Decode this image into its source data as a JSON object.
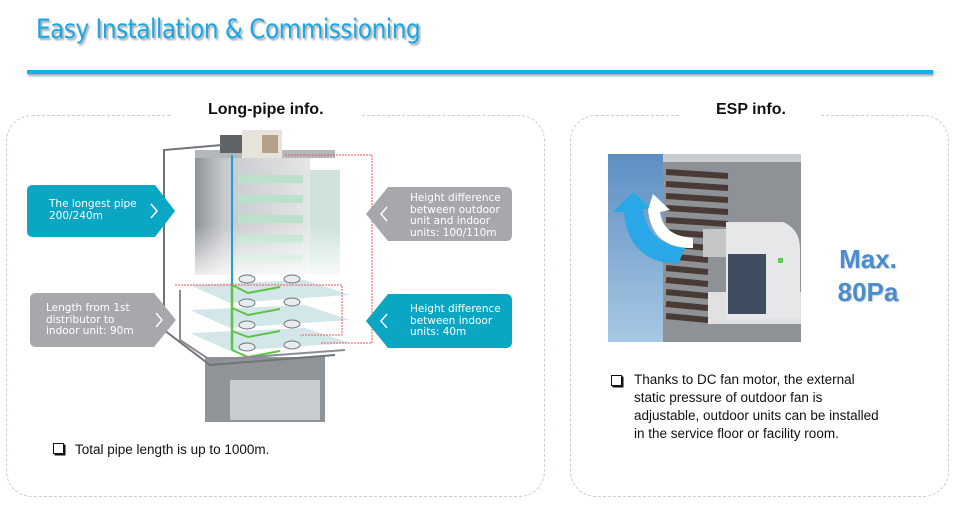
{
  "header": {
    "title": "Easy Installation & Commissioning",
    "accent_color": "#0fb2ef"
  },
  "left_panel": {
    "title": "Long-pipe info.",
    "callouts": [
      {
        "id": "longest-pipe",
        "text": "The longest pipe 200/240m",
        "color": "#0aa6c4",
        "arrow": "chevron-right"
      },
      {
        "id": "length-first-distributor",
        "text": "Length from 1st distributor to indoor unit: 90m",
        "color": "#a6a8ab",
        "arrow": "chevron-right"
      },
      {
        "id": "height-outdoor-indoor",
        "text": "Height difference between outdoor unit and indoor units: 100/110m",
        "color": "#a6a8ab",
        "arrow": "chevron-left"
      },
      {
        "id": "height-indoor-indoor",
        "text": "Height difference between indoor units: 40m",
        "color": "#0aa6c4",
        "arrow": "chevron-left"
      }
    ],
    "illustration": "building-pipe-diagram",
    "bullet": "Total pipe length is up to 1000m."
  },
  "right_panel": {
    "title": "ESP info.",
    "illustration": "outdoor-unit-louver-airflow",
    "highlight_line1": "Max.",
    "highlight_line2": "80Pa",
    "bullet_lines": [
      "Thanks to DC fan motor, the external",
      "static pressure of outdoor fan is",
      "adjustable, outdoor units can be installed",
      "in the service floor or facility room."
    ]
  }
}
